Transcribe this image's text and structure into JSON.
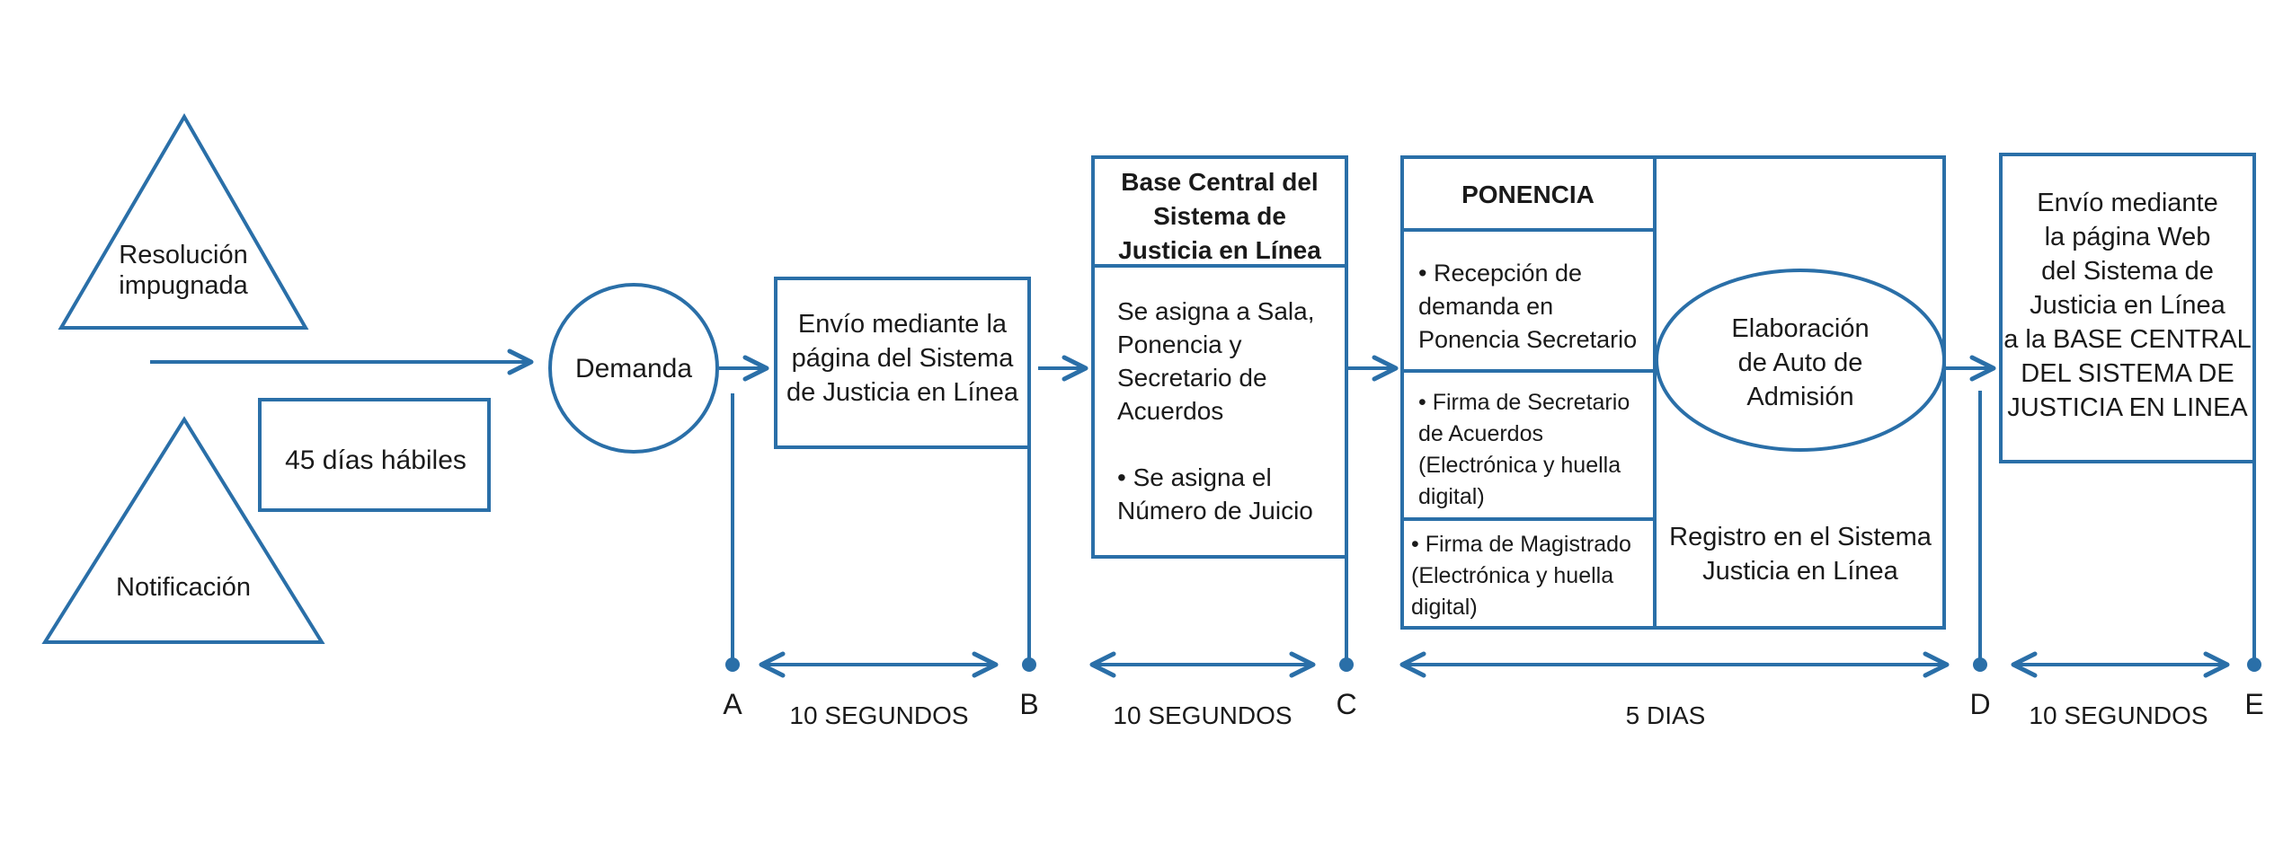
{
  "colors": {
    "line": "#2a6fa8",
    "box": "#2a6fa8",
    "box_dark": "#1d4f7c",
    "text": "#1a1a1a"
  },
  "shapes": {
    "resolucion": [
      "Resolución",
      "impugnada"
    ],
    "notificacion": [
      "Notificación"
    ],
    "dias_habiles": [
      "45 días hábiles"
    ],
    "demanda": [
      "Demanda"
    ],
    "envio1": [
      "Envío mediante la",
      "página del Sistema",
      "de Justicia en Línea"
    ],
    "base_central_title": [
      "Base Central del",
      "Sistema de",
      "Justicia en Línea"
    ],
    "base_central_body": [
      "Se asigna a Sala,",
      "Ponencia y",
      "Secretario de",
      "Acuerdos",
      "",
      "• Se asigna el",
      "Número de Juicio"
    ],
    "ponencia_title": [
      "PONENCIA"
    ],
    "ponencia_item1": [
      "• Recepción de",
      "demanda en",
      "Ponencia Secretario"
    ],
    "ponencia_item2": [
      "• Firma de Secretario",
      "de Acuerdos",
      "(Electrónica y huella",
      "digital)"
    ],
    "ponencia_item3": [
      "• Firma de Magistrado",
      "(Electrónica y huella",
      "digital)"
    ],
    "elaboracion": [
      "Elaboración",
      "de Auto de",
      "Admisión"
    ],
    "registro": [
      "Registro en el Sistema",
      "Justicia en Línea"
    ],
    "envio2": [
      "Envío mediante",
      "la página Web",
      "del Sistema de",
      "Justicia en Línea",
      "a la BASE CENTRAL",
      "DEL SISTEMA DE",
      "JUSTICIA EN LINEA"
    ]
  },
  "milestones": [
    "A",
    "B",
    "C",
    "D",
    "E"
  ],
  "durations": [
    "10 SEGUNDOS",
    "10 SEGUNDOS",
    "5 DIAS",
    "10 SEGUNDOS"
  ]
}
